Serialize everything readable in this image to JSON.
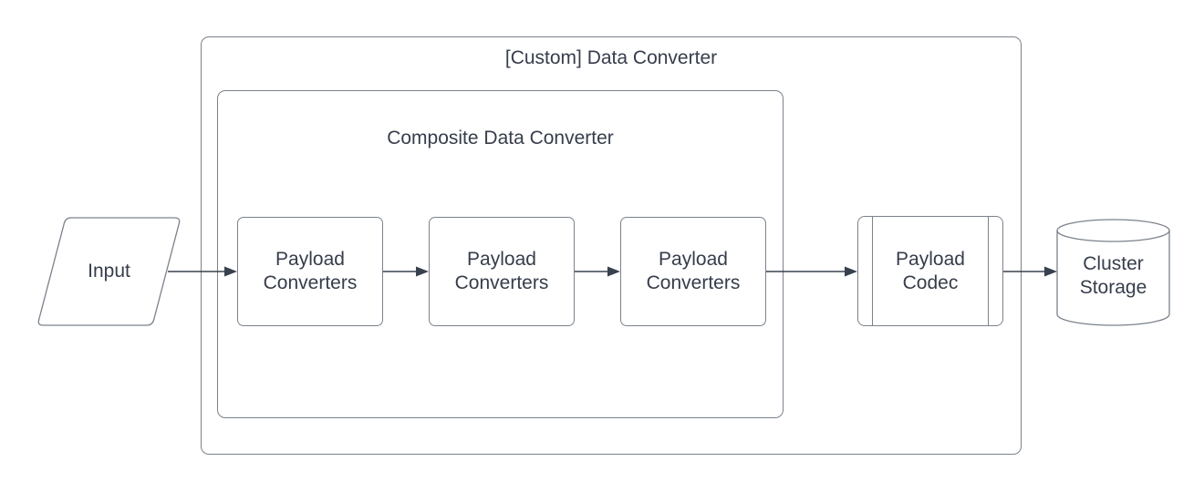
{
  "diagram": {
    "outer_container": {
      "label": "[Custom] Data Converter"
    },
    "composite_container": {
      "label": "Composite Data Converter"
    },
    "input": {
      "label": "Input",
      "shape": "parallelogram"
    },
    "payload_converters": [
      {
        "label": "Payload Converters"
      },
      {
        "label": "Payload Converters"
      },
      {
        "label": "Payload Converters"
      }
    ],
    "payload_codec": {
      "label": "Payload Codec",
      "shape": "predefined-process"
    },
    "cluster_storage": {
      "label": "Cluster Storage",
      "shape": "cylinder"
    },
    "flow": [
      "Input -> Payload Converters (1)",
      "Payload Converters (1) -> Payload Converters (2)",
      "Payload Converters (2) -> Payload Converters (3)",
      "Payload Converters (3) -> Payload Codec",
      "Payload Codec -> Cluster Storage"
    ],
    "colors": {
      "background": "#ffffff",
      "shape_border": "#7b828c",
      "arrow": "#39404e",
      "text": "#363d4b"
    }
  }
}
